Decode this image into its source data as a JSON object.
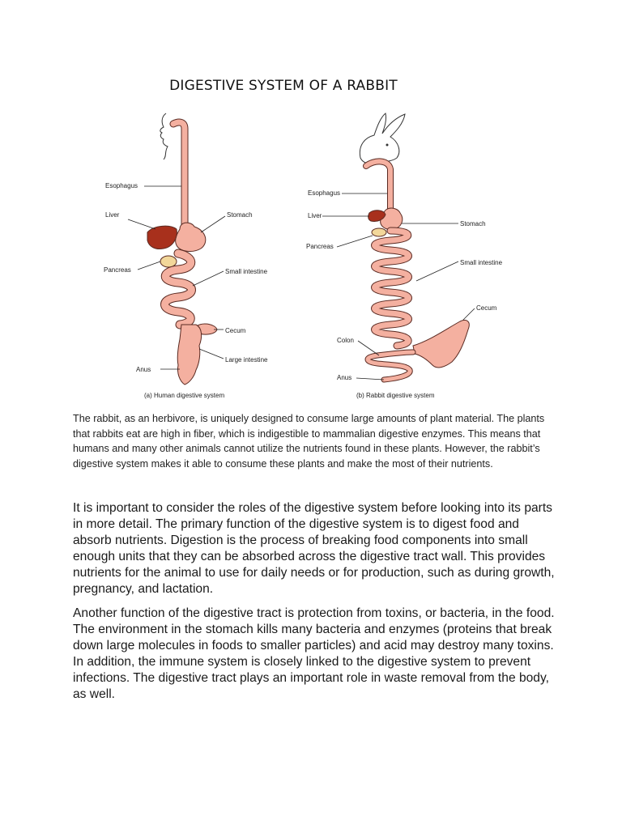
{
  "document": {
    "title": "DIGESTIVE SYSTEM OF A RABBIT"
  },
  "figure": {
    "human": {
      "labels": {
        "esophagus": "Esophagus",
        "liver": "Liver",
        "stomach": "Stomach",
        "pancreas": "Pancreas",
        "small_intestine": "Small intestine",
        "cecum": "Cecum",
        "large_intestine": "Large intestine",
        "anus": "Anus"
      },
      "caption": "(a) Human digestive system"
    },
    "rabbit": {
      "labels": {
        "esophagus": "Esophagus",
        "liver": "Liver",
        "stomach": "Stomach",
        "pancreas": "Pancreas",
        "small_intestine": "Small intestine",
        "cecum": "Cecum",
        "colon": "Colon",
        "anus": "Anus"
      },
      "caption": "(b) Rabbit digestive system"
    },
    "colors": {
      "tract": "#f4b0a0",
      "tract_outline": "#5a2a22",
      "liver": "#a8301c",
      "pancreas": "#f2d79a"
    }
  },
  "paragraphs": {
    "intro": "The rabbit, as an herbivore, is uniquely designed to consume large amounts of plant material. The plants that rabbits eat are high in fiber, which is indigestible to mammalian digestive enzymes.  This means that humans and many other animals cannot utilize the nutrients found in these plants.  However, the rabbit’s digestive system makes it able to consume these plants and make the most of their nutrients.",
    "p1": "It is important to consider the roles of the digestive system before looking into its parts in more detail.  The primary function of the digestive system is to digest food and absorb nutrients.  Digestion is the process of breaking food components into small enough units that they can be absorbed across the digestive tract wall.  This provides nutrients for the animal to use for daily needs or for production, such as during growth, pregnancy, and lactation.",
    "p2": "Another function of the digestive tract is protection from toxins, or bacteria, in the food.   The environment in the stomach kills many bacteria and enzymes (proteins that break down large molecules in foods to smaller particles) and acid may destroy many toxins.  In addition, the immune system is closely linked to the digestive system to prevent infections.  The digestive tract plays an important role in waste removal from the body, as well."
  }
}
